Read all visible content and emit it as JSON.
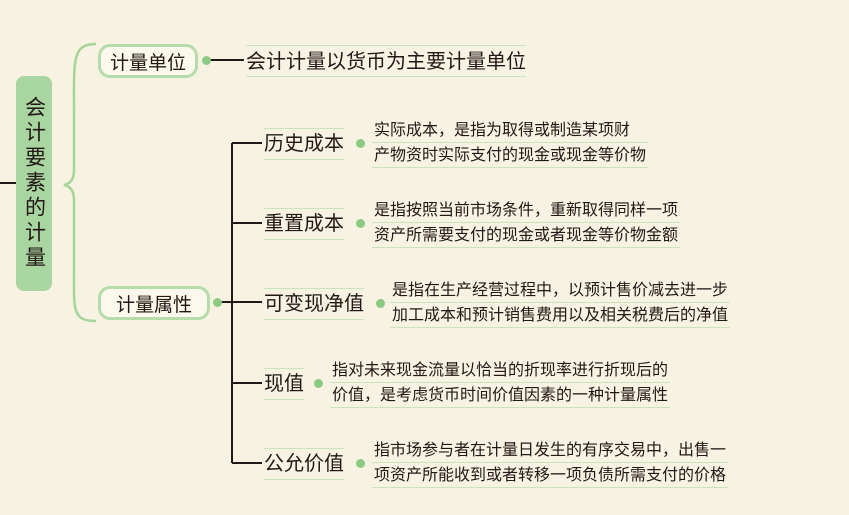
{
  "root": {
    "label": "会计要素的计量"
  },
  "branches": [
    {
      "label": "计量单位",
      "lead": "会计计量以货币为主要计量单位"
    },
    {
      "label": "计量属性"
    }
  ],
  "attributes": [
    {
      "label": "历史成本",
      "desc": [
        "实际成本，是指为取得或制造某项财",
        "产物资时实际支付的现金或现金等价物"
      ]
    },
    {
      "label": "重置成本",
      "desc": [
        "是指按照当前市场条件，重新取得同样一项",
        "资产所需要支付的现金或者现金等价物金额"
      ]
    },
    {
      "label": "可变现净值",
      "desc": [
        "是指在生产经营过程中，以预计售价减去进一步",
        "加工成本和预计销售费用以及相关税费后的净值"
      ]
    },
    {
      "label": "现值",
      "desc": [
        "指对未来现金流量以恰当的折现率进行折现后的",
        "价值，是考虑货币时间价值因素的一种计量属性"
      ]
    },
    {
      "label": "公允价值",
      "desc": [
        "指市场参与者在计量日发生的有序交易中，出售一",
        "项资产所能收到或者转移一项负债所需支付的价格"
      ]
    }
  ],
  "colors": {
    "background": "#f7f2e1",
    "root_fill": "#a8d5a0",
    "pill_border": "#b5dcaa",
    "dot": "#8cc983",
    "line": "#231815"
  }
}
